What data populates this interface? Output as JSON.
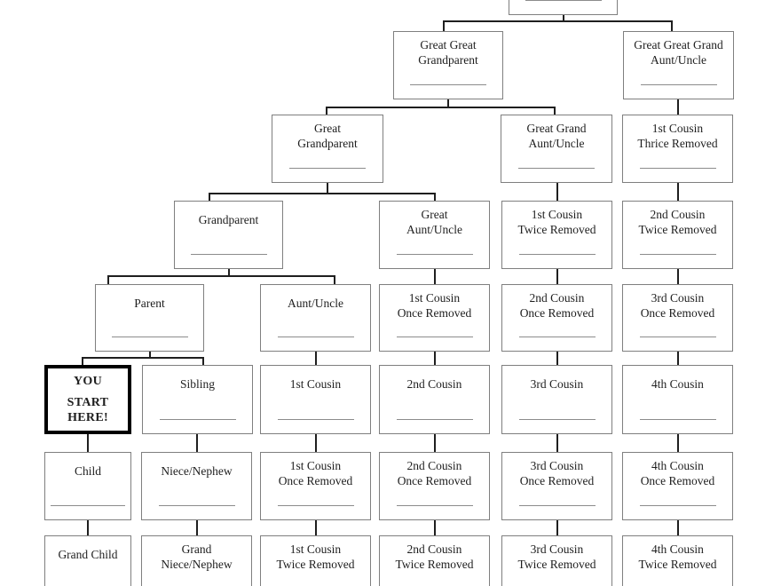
{
  "diagram": {
    "type": "family-tree-relationship-chart",
    "description_colors": {
      "box_border": "#7f7f7f",
      "you_border": "#000000",
      "connector": "#1f1f1f",
      "text": "#1e1e1e"
    },
    "start_node_id": "you",
    "nodes": [
      {
        "id": "top-ancestor",
        "lines": [],
        "has_blank_line": true
      },
      {
        "id": "great-great-grandparent",
        "lines": [
          "Great Great",
          "Grandparent"
        ],
        "has_blank_line": true
      },
      {
        "id": "great-great-grand-aunt-uncle",
        "lines": [
          "Great Great Grand",
          "Aunt/Uncle"
        ],
        "has_blank_line": true
      },
      {
        "id": "great-grandparent",
        "lines": [
          "Great",
          "Grandparent"
        ],
        "has_blank_line": true
      },
      {
        "id": "great-grand-aunt-uncle",
        "lines": [
          "Great Grand",
          "Aunt/Uncle"
        ],
        "has_blank_line": true
      },
      {
        "id": "first-cousin-thrice-removed",
        "lines": [
          "1st Cousin",
          "Thrice Removed"
        ],
        "has_blank_line": true
      },
      {
        "id": "grandparent",
        "lines": [
          "Grandparent"
        ],
        "has_blank_line": true
      },
      {
        "id": "great-aunt-uncle",
        "lines": [
          "Great",
          "Aunt/Uncle"
        ],
        "has_blank_line": true
      },
      {
        "id": "first-cousin-twice-removed-asc",
        "lines": [
          "1st Cousin",
          "Twice Removed"
        ],
        "has_blank_line": true
      },
      {
        "id": "second-cousin-twice-removed-asc",
        "lines": [
          "2nd Cousin",
          "Twice Removed"
        ],
        "has_blank_line": true
      },
      {
        "id": "parent",
        "lines": [
          "Parent"
        ],
        "has_blank_line": true
      },
      {
        "id": "aunt-uncle",
        "lines": [
          "Aunt/Uncle"
        ],
        "has_blank_line": true
      },
      {
        "id": "first-cousin-once-removed-asc",
        "lines": [
          "1st Cousin",
          "Once Removed"
        ],
        "has_blank_line": true
      },
      {
        "id": "second-cousin-once-removed-asc",
        "lines": [
          "2nd Cousin",
          "Once Removed"
        ],
        "has_blank_line": true
      },
      {
        "id": "third-cousin-once-removed-asc",
        "lines": [
          "3rd Cousin",
          "Once Removed"
        ],
        "has_blank_line": true
      },
      {
        "id": "you",
        "lines": [
          "YOU",
          "START",
          "HERE!"
        ],
        "has_blank_line": false
      },
      {
        "id": "sibling",
        "lines": [
          "Sibling"
        ],
        "has_blank_line": true
      },
      {
        "id": "first-cousin",
        "lines": [
          "1st Cousin"
        ],
        "has_blank_line": true
      },
      {
        "id": "second-cousin",
        "lines": [
          "2nd Cousin"
        ],
        "has_blank_line": true
      },
      {
        "id": "third-cousin",
        "lines": [
          "3rd Cousin"
        ],
        "has_blank_line": true
      },
      {
        "id": "fourth-cousin",
        "lines": [
          "4th Cousin"
        ],
        "has_blank_line": true
      },
      {
        "id": "child",
        "lines": [
          "Child"
        ],
        "has_blank_line": true
      },
      {
        "id": "niece-nephew",
        "lines": [
          "Niece/Nephew"
        ],
        "has_blank_line": true
      },
      {
        "id": "first-cousin-once-removed-desc",
        "lines": [
          "1st Cousin",
          "Once Removed"
        ],
        "has_blank_line": true
      },
      {
        "id": "second-cousin-once-removed-desc",
        "lines": [
          "2nd Cousin",
          "Once Removed"
        ],
        "has_blank_line": true
      },
      {
        "id": "third-cousin-once-removed-desc",
        "lines": [
          "3rd Cousin",
          "Once Removed"
        ],
        "has_blank_line": true
      },
      {
        "id": "fourth-cousin-once-removed",
        "lines": [
          "4th Cousin",
          "Once Removed"
        ],
        "has_blank_line": true
      },
      {
        "id": "grand-child",
        "lines": [
          "Grand Child"
        ],
        "has_blank_line": true
      },
      {
        "id": "grand-niece-nephew",
        "lines": [
          "Grand",
          "Niece/Nephew"
        ],
        "has_blank_line": true
      },
      {
        "id": "first-cousin-twice-removed-desc",
        "lines": [
          "1st Cousin",
          "Twice Removed"
        ],
        "has_blank_line": true
      },
      {
        "id": "second-cousin-twice-removed-desc",
        "lines": [
          "2nd Cousin",
          "Twice Removed"
        ],
        "has_blank_line": true
      },
      {
        "id": "third-cousin-twice-removed-desc",
        "lines": [
          "3rd Cousin",
          "Twice Removed"
        ],
        "has_blank_line": true
      },
      {
        "id": "fourth-cousin-twice-removed",
        "lines": [
          "4th Cousin",
          "Twice Removed"
        ],
        "has_blank_line": true
      }
    ],
    "edges": [
      [
        "top-ancestor",
        "great-great-grandparent"
      ],
      [
        "top-ancestor",
        "great-great-grand-aunt-uncle"
      ],
      [
        "great-great-grandparent",
        "great-grandparent"
      ],
      [
        "great-great-grandparent",
        "great-grand-aunt-uncle"
      ],
      [
        "great-great-grand-aunt-uncle",
        "first-cousin-thrice-removed"
      ],
      [
        "great-grandparent",
        "grandparent"
      ],
      [
        "great-grandparent",
        "great-aunt-uncle"
      ],
      [
        "great-grand-aunt-uncle",
        "first-cousin-twice-removed-asc"
      ],
      [
        "first-cousin-thrice-removed",
        "second-cousin-twice-removed-asc"
      ],
      [
        "grandparent",
        "parent"
      ],
      [
        "grandparent",
        "aunt-uncle"
      ],
      [
        "great-aunt-uncle",
        "first-cousin-once-removed-asc"
      ],
      [
        "first-cousin-twice-removed-asc",
        "second-cousin-once-removed-asc"
      ],
      [
        "second-cousin-twice-removed-asc",
        "third-cousin-once-removed-asc"
      ],
      [
        "parent",
        "you"
      ],
      [
        "parent",
        "sibling"
      ],
      [
        "aunt-uncle",
        "first-cousin"
      ],
      [
        "first-cousin-once-removed-asc",
        "second-cousin"
      ],
      [
        "second-cousin-once-removed-asc",
        "third-cousin"
      ],
      [
        "third-cousin-once-removed-asc",
        "fourth-cousin"
      ],
      [
        "you",
        "child"
      ],
      [
        "sibling",
        "niece-nephew"
      ],
      [
        "first-cousin",
        "first-cousin-once-removed-desc"
      ],
      [
        "second-cousin",
        "second-cousin-once-removed-desc"
      ],
      [
        "third-cousin",
        "third-cousin-once-removed-desc"
      ],
      [
        "fourth-cousin",
        "fourth-cousin-once-removed"
      ],
      [
        "child",
        "grand-child"
      ],
      [
        "niece-nephew",
        "grand-niece-nephew"
      ],
      [
        "first-cousin-once-removed-desc",
        "first-cousin-twice-removed-desc"
      ],
      [
        "second-cousin-once-removed-desc",
        "second-cousin-twice-removed-desc"
      ],
      [
        "third-cousin-once-removed-desc",
        "third-cousin-twice-removed-desc"
      ],
      [
        "fourth-cousin-once-removed",
        "fourth-cousin-twice-removed"
      ]
    ]
  }
}
